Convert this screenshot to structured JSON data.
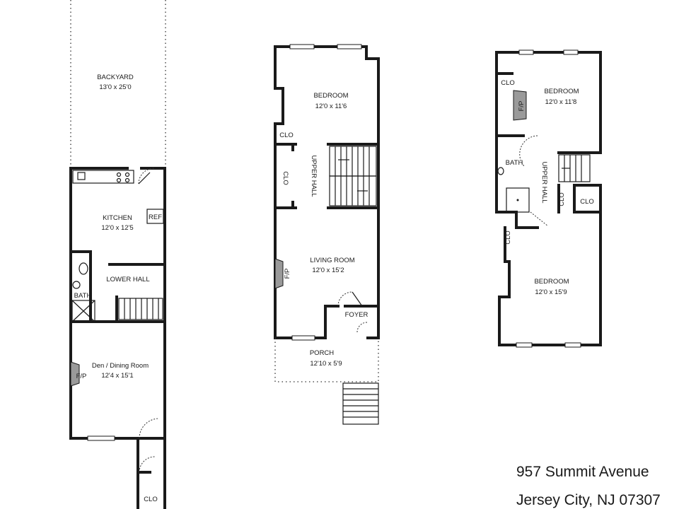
{
  "address": {
    "street": "957 Summit Avenue",
    "city": "Jersey City, NJ 07307"
  },
  "lower_floor": {
    "backyard": {
      "name": "BACKYARD",
      "dims": "13'0 x 25'0"
    },
    "kitchen": {
      "name": "KITCHEN",
      "dims": "12'0 x 12'5"
    },
    "ref": "REF",
    "lower_hall": "LOWER HALL",
    "bath": "BATH",
    "den": {
      "name": "Den / Dining Room",
      "dims": "12'4 x 15'1"
    },
    "fp": "F/P",
    "clo": "CLO"
  },
  "middle_floor": {
    "bedroom": {
      "name": "BEDROOM",
      "dims": "12'0 x 11'6"
    },
    "clo_top": "CLO",
    "clo_side": "CLO",
    "upper_hall": "UPPER HALL",
    "living": {
      "name": "LIVING ROOM",
      "dims": "12'0 x 15'2"
    },
    "fp": "F/P",
    "foyer": "FOYER",
    "porch": {
      "name": "PORCH",
      "dims": "12'10 x 5'9"
    }
  },
  "upper_floor": {
    "clo_top": "CLO",
    "bedroom_front": {
      "name": "BEDROOM",
      "dims": "12'0 x 11'8"
    },
    "fp": "F/P",
    "bath": "BATH",
    "upper_hall": "UPPER HALL",
    "clo_mid": "CLO",
    "clo_right": "CLO",
    "clo_left": "CLO",
    "bedroom_rear": {
      "name": "BEDROOM",
      "dims": "12'0 x 15'9"
    }
  }
}
